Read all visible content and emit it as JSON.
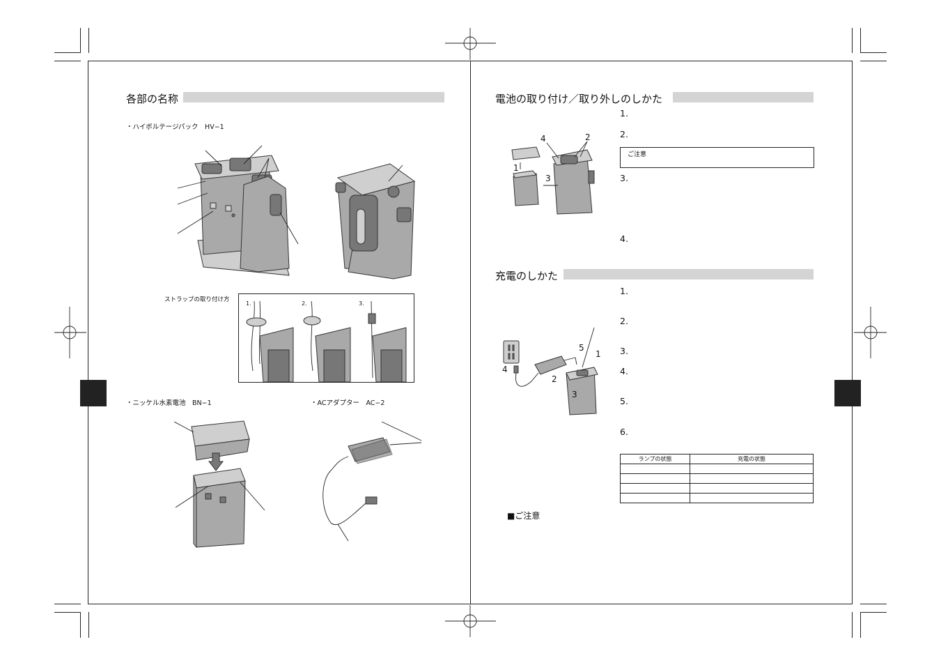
{
  "left_page": {
    "section_title": "各部の名称",
    "hv1_label": "・ハイボルテージパック　HV−1",
    "strap_label": "ストラップの取り付け方",
    "strap_steps": [
      "1.",
      "2.",
      "3."
    ],
    "bn1_label": "・ニッケル水素電池　BN−1",
    "ac2_label": "・ACアダプター　AC−2"
  },
  "right_page": {
    "section1_title": "電池の取り付け／取り外しのしかた",
    "section1_steps": [
      "1.",
      "2.",
      "3.",
      "4."
    ],
    "caution_box_label": "ご注意",
    "section1_callouts": [
      "4",
      "2",
      "1",
      "3"
    ],
    "section2_title": "充電のしかた",
    "section2_steps": [
      "1.",
      "2.",
      "3.",
      "4.",
      "5.",
      "6."
    ],
    "section2_callouts": [
      "5",
      "1",
      "4",
      "2",
      "3"
    ],
    "lamp_table": {
      "headers": [
        "ランプの状態",
        "充電の状態"
      ],
      "rows": [
        [
          "",
          ""
        ],
        [
          "",
          ""
        ],
        [
          "",
          ""
        ],
        [
          "",
          ""
        ]
      ]
    },
    "caution_footer": "■ご注意"
  }
}
